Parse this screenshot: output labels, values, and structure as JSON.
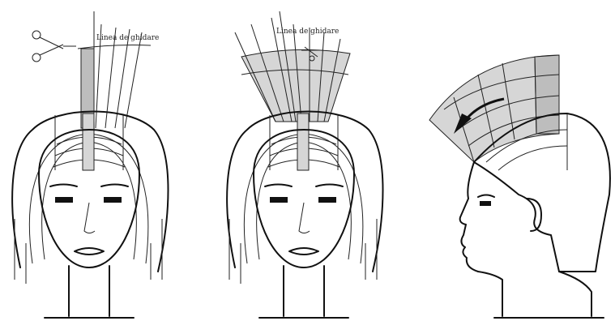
{
  "figures": [
    {
      "id": "front-view-1",
      "label": "Linea de ghidare"
    },
    {
      "id": "front-view-2",
      "label": "Linea de ghidare"
    },
    {
      "id": "side-view"
    }
  ]
}
